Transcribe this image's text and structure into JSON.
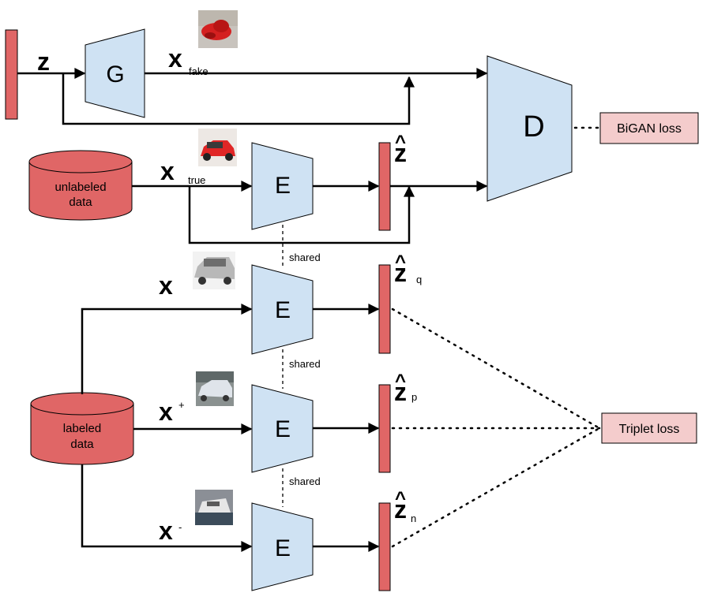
{
  "labels": {
    "z": "z",
    "x_fake_main": "x",
    "x_fake_sub": "fake",
    "x_true_main": "x",
    "x_true_sub": "true",
    "x_main": "x",
    "x_plus_main": "x",
    "x_plus_sup": "+",
    "x_minus_main": "x",
    "x_minus_sup": "-",
    "zhat_main": "z",
    "zhat_q_sub": "q",
    "zhat_p_sub": "p",
    "zhat_n_sub": "n",
    "hat": "^"
  },
  "blocks": {
    "generator": "G",
    "encoder": "E",
    "discriminator": "D"
  },
  "databases": {
    "unlabeled_line1": "unlabeled",
    "unlabeled_line2": "data",
    "labeled_line1": "labeled",
    "labeled_line2": "data"
  },
  "shared_label": "shared",
  "losses": {
    "bigan": "BiGAN loss",
    "triplet": "Triplet loss"
  },
  "colors": {
    "block_fill": "#cfe2f3",
    "bar_fill": "#e06666",
    "loss_fill": "#f4cccc"
  }
}
